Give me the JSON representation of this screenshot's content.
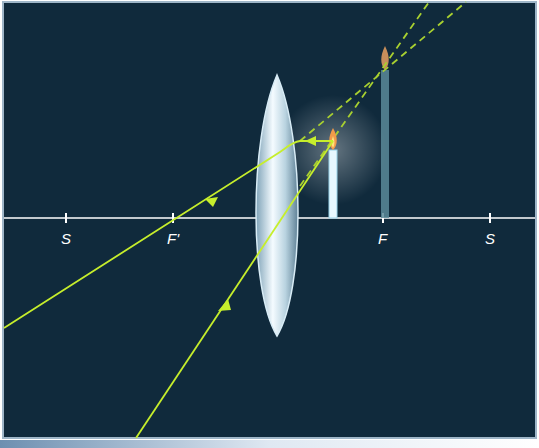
{
  "diagram": {
    "labels": [
      "S",
      "F'",
      "F",
      "S"
    ]
  }
}
